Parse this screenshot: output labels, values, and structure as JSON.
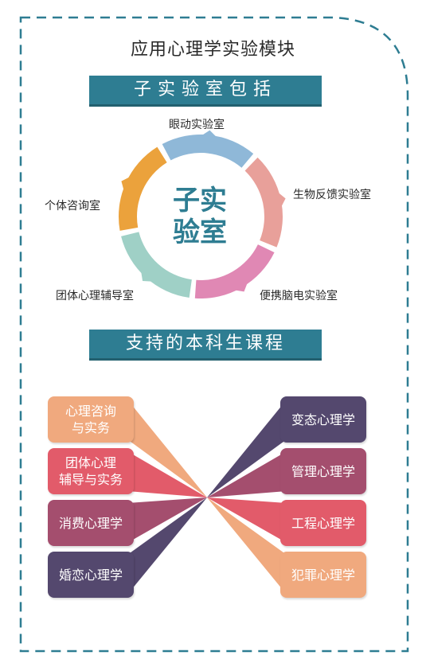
{
  "title": "应用心理学实验模块",
  "sub_labs_banner": "子实验室包括",
  "center": {
    "line1": "子实",
    "line2": "验室"
  },
  "labs": [
    {
      "label": "眼动实验室",
      "color": "#8fb8d8"
    },
    {
      "label": "生物反馈实验室",
      "color": "#e8a09a"
    },
    {
      "label": "便携脑电实验室",
      "color": "#e088b4"
    },
    {
      "label": "团体心理辅导室",
      "color": "#9fd0c6"
    },
    {
      "label": "个体咨询室",
      "color": "#eba23c"
    }
  ],
  "courses_banner": "支持的本科生课程",
  "courses_left": [
    {
      "line1": "心理咨询",
      "line2": "与实务",
      "color": "#f0a97e"
    },
    {
      "line1": "团体心理",
      "line2": "辅导与实务",
      "color": "#e25b6a"
    },
    {
      "line1": "消费心理学",
      "line2": "",
      "color": "#a44e6e"
    },
    {
      "line1": "婚恋心理学",
      "line2": "",
      "color": "#54486e"
    }
  ],
  "courses_right": [
    {
      "line1": "变态心理学",
      "color": "#54486e"
    },
    {
      "line1": "管理心理学",
      "color": "#a44e6e"
    },
    {
      "line1": "工程心理学",
      "color": "#e25b6a"
    },
    {
      "line1": "犯罪心理学",
      "color": "#f0a97e"
    }
  ]
}
